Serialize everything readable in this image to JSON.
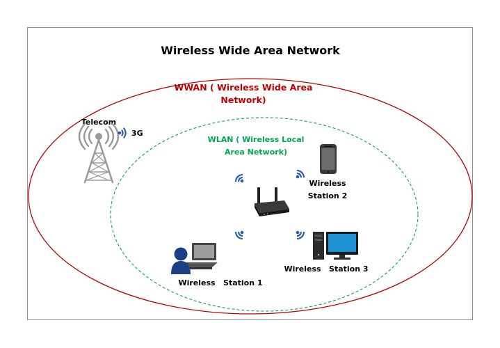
{
  "title": "Wireless Wide Area Network",
  "colors": {
    "wwan": "#c00000",
    "wlan": "#00a651",
    "signal": "#2e5aac",
    "frame": "#8c8c8c",
    "tower": "#9a9a9a",
    "device_dark": "#222222",
    "screen": "#1e90d6"
  },
  "wwan": {
    "label_line1": "WWAN ( Wireless Wide Area",
    "label_line2": "Network)"
  },
  "wlan": {
    "label_line1": "WLAN ( Wireless Local",
    "label_line2": "Area Network)"
  },
  "telecom": {
    "label": "Telecom",
    "signal_label": "3G",
    "icon": "cell-tower-icon"
  },
  "router": {
    "icon": "wireless-router-icon"
  },
  "station1": {
    "label": "Wireless   Station 1",
    "icon": "user-laptop-icon"
  },
  "station2": {
    "label_line1": "Wireless",
    "label_line2": "Station 2",
    "icon": "smartphone-icon"
  },
  "station3": {
    "label": "Wireless   Station 3",
    "icon": "desktop-computer-icon"
  }
}
